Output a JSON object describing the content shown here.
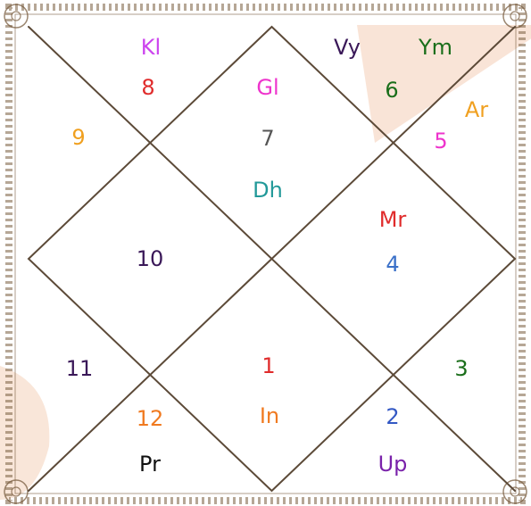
{
  "colors": {
    "line": "#5c4a38",
    "border": "#7a5e40",
    "watermark": "#f7dbc9"
  },
  "houses": [
    {
      "id": "h1",
      "number": "1",
      "number_color": "#e02b2b"
    },
    {
      "id": "h2",
      "number": "2",
      "number_color": "#3358c4"
    },
    {
      "id": "h3",
      "number": "3",
      "number_color": "#1a6e1a"
    },
    {
      "id": "h4",
      "number": "4",
      "number_color": "#3a70c8"
    },
    {
      "id": "h5",
      "number": "5",
      "number_color": "#ee33cc"
    },
    {
      "id": "h6",
      "number": "6",
      "number_color": "#1a6e1a"
    },
    {
      "id": "h7",
      "number": "7",
      "number_color": "#555555"
    },
    {
      "id": "h8",
      "number": "8",
      "number_color": "#e02b2b"
    },
    {
      "id": "h9",
      "number": "9",
      "number_color": "#f0a020"
    },
    {
      "id": "h10",
      "number": "10",
      "number_color": "#3a1858"
    },
    {
      "id": "h11",
      "number": "11",
      "number_color": "#3a1858"
    },
    {
      "id": "h12",
      "number": "12",
      "number_color": "#f07a20"
    }
  ],
  "planets": [
    {
      "id": "kl",
      "label": "Kl",
      "color": "#cc44ee",
      "house": "8"
    },
    {
      "id": "gl",
      "label": "Gl",
      "color": "#ee33cc",
      "house": "7"
    },
    {
      "id": "dh",
      "label": "Dh",
      "color": "#229999",
      "house": "7"
    },
    {
      "id": "vy",
      "label": "Vy",
      "color": "#3a1858",
      "house": "6"
    },
    {
      "id": "ym",
      "label": "Ym",
      "color": "#1a6e1a",
      "house": "6"
    },
    {
      "id": "ar",
      "label": "Ar",
      "color": "#f0a020",
      "house": "5"
    },
    {
      "id": "mr",
      "label": "Mr",
      "color": "#e02b2b",
      "house": "4"
    },
    {
      "id": "in",
      "label": "In",
      "color": "#f07a20",
      "house": "1"
    },
    {
      "id": "up",
      "label": "Up",
      "color": "#7a22aa",
      "house": "2"
    },
    {
      "id": "pr",
      "label": "Pr",
      "color": "#111111",
      "house": "12"
    }
  ]
}
